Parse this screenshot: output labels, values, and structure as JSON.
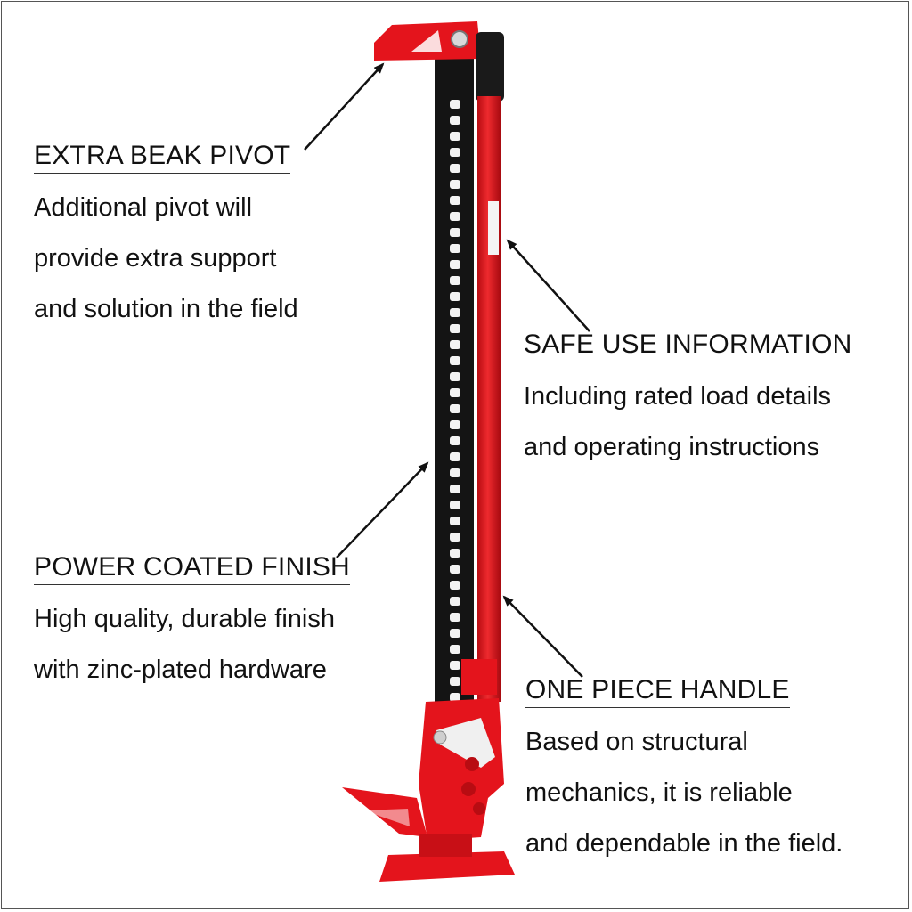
{
  "callouts": [
    {
      "heading": "EXTRA BEAK PIVOT",
      "lines": [
        "Additional pivot will",
        "provide extra support",
        "and solution in the field"
      ]
    },
    {
      "heading": "SAFE USE INFORMATION",
      "lines": [
        "Including rated load details",
        "and operating instructions"
      ]
    },
    {
      "heading": "POWER COATED FINISH",
      "lines": [
        "High quality, durable finish",
        "with zinc-plated hardware"
      ]
    },
    {
      "heading": "ONE PIECE HANDLE",
      "lines": [
        "Based on structural",
        "mechanics, it is reliable",
        "and dependable in the field."
      ]
    }
  ],
  "colors": {
    "jack_red": "#e4141c",
    "bar_black": "#141414",
    "text": "#111111"
  }
}
